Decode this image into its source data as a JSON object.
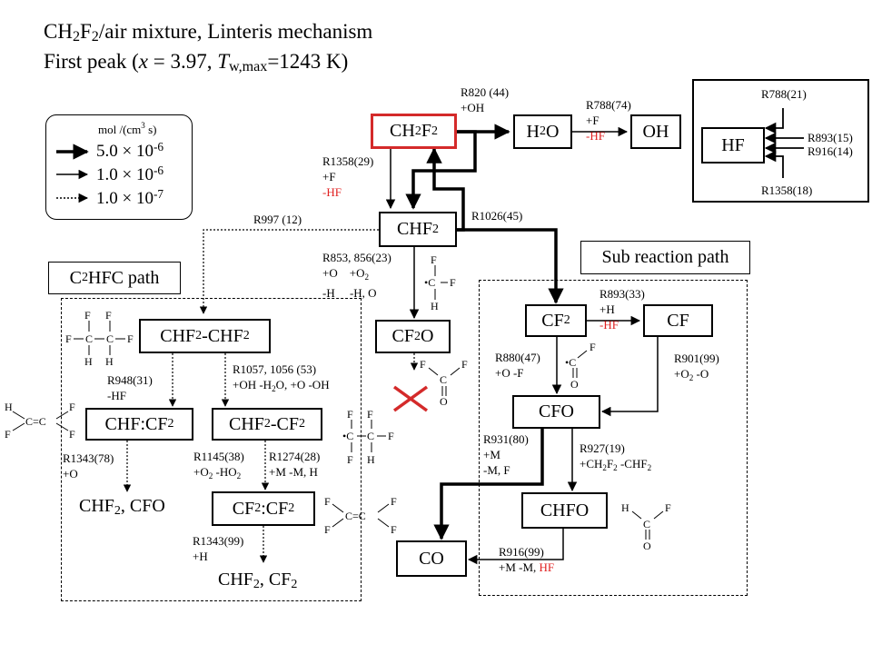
{
  "title": {
    "line1": {
      "a": "CH",
      "b": "2",
      "c": "F",
      "d": "2",
      "e": "/air mixture, Linteris mechanism"
    },
    "line2": {
      "a": "First peak (",
      "b": "x",
      "c": " = 3.97, ",
      "d": "T",
      "e": "w,max",
      "f": "=1243 K)"
    }
  },
  "legend": {
    "unit": {
      "a": "mol /(cm",
      "b": "3",
      "c": " s)"
    },
    "rows": [
      {
        "base": "5.0 × 10",
        "exp": "-6"
      },
      {
        "base": "1.0 × 10",
        "exp": "-6"
      },
      {
        "base": "1.0 × 10",
        "exp": "-7"
      }
    ]
  },
  "hf_panel": {
    "box": "HF",
    "r788": "R788(21)",
    "r893": "R893(15)",
    "r916": "R916(14)",
    "r1358": "R1358(18)"
  },
  "path_labels": {
    "c2": {
      "a": "C",
      "b": "2",
      "c": " HFC path"
    },
    "sub": "Sub reaction path"
  },
  "species": {
    "ch2f2": {
      "a": "CH",
      "b": "2",
      "c": "F",
      "d": "2"
    },
    "h2o": {
      "a": "H",
      "b": "2",
      "c": "O"
    },
    "oh": "OH",
    "chf2": {
      "a": "CHF",
      "b": "2"
    },
    "cf2o": {
      "a": "CF",
      "b": "2",
      "c": "O"
    },
    "cf2": {
      "a": "CF",
      "b": "2"
    },
    "cf": "CF",
    "cfo": "CFO",
    "chfo": "CHFO",
    "co": "CO",
    "chf2chf2": {
      "a": "CHF",
      "b": "2",
      "c": "-CHF",
      "d": "2"
    },
    "chfcf2": {
      "a": "CHF:CF",
      "b": "2"
    },
    "chf2cf2": {
      "a": "CHF",
      "b": "2",
      "c": "-CF",
      "d": "2"
    },
    "cf2cf2": {
      "a": "CF",
      "b": "2",
      "c": ":CF",
      "d": "2"
    },
    "prod1": {
      "a": "CHF",
      "b": "2",
      "c": ", CFO"
    },
    "prod2": {
      "a": "CHF",
      "b": "2",
      "c": ", CF",
      "d": "2"
    }
  },
  "reactions": {
    "r820": {
      "l1": "R820 (44)",
      "l2": "+OH"
    },
    "r788": {
      "l1": "R788(74)",
      "l2": "+F",
      "l3": "-HF"
    },
    "r1358": {
      "l1": "R1358(29)",
      "l2": "+F",
      "l3": "-HF"
    },
    "r1026": "R1026(45)",
    "r997": "R997 (12)",
    "r853": {
      "l1": "R853, 856(23)",
      "l2a": "+O",
      "l2b": "+O",
      "l2c": "2",
      "l3a": "-H",
      "l3b": "-H, O"
    },
    "r893": {
      "l1": "R893(33)",
      "l2": "+H",
      "l3": "-HF"
    },
    "r880": {
      "l1": "R880(47)",
      "l2": "+O -F"
    },
    "r901": {
      "l1": "R901(99)",
      "l2a": "+O",
      "l2b": "2",
      "l2c": " -O"
    },
    "r931": {
      "l1": "R931(80)",
      "l2": "+M",
      "l3": "-M, F"
    },
    "r927": {
      "l1": "R927(19)",
      "l2a": "+CH",
      "l2b": "2",
      "l2c": "F",
      "l2d": "2",
      "l2e": " -CHF",
      "l2f": "2"
    },
    "r916": {
      "l1": "R916(99)",
      "l2": "+M -M, ",
      "l2r": "HF"
    },
    "r948": {
      "l1": "R948(31)",
      "l2": "-HF"
    },
    "r1057": {
      "l1": "R1057, 1056 (53)",
      "l2a": "+OH -H",
      "l2b": "2",
      "l2c": "O, +O -OH"
    },
    "r1343a": {
      "l1": "R1343(78)",
      "l2": "+O"
    },
    "r1145": {
      "l1": "R1145(38)",
      "l2a": "+O",
      "l2b": "2",
      "l2c": " -HO",
      "l2d": "2"
    },
    "r1274": {
      "l1": "R1274(28)",
      "l2": "+M  -M, H"
    },
    "r1343b": {
      "l1": "R1343(99)",
      "l2": "+H"
    }
  },
  "atoms": {
    "F": "F",
    "H": "H",
    "C": "C",
    "O": "O",
    "cc": "C=C",
    "c_dot": "•C",
    "c_bar": "C"
  },
  "colors": {
    "red": "#d42a2a",
    "black": "#000000"
  }
}
